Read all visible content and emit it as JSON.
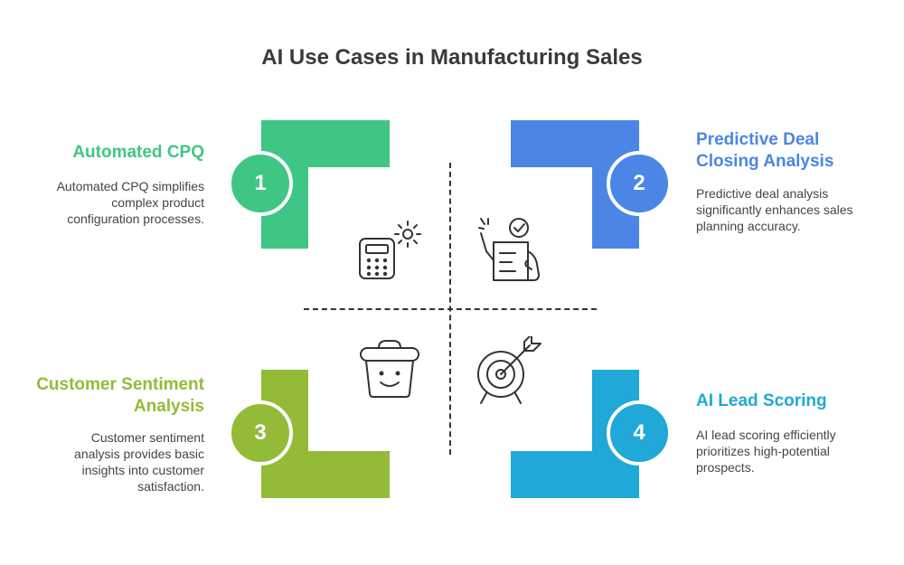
{
  "title": "AI Use Cases in Manufacturing Sales",
  "colors": {
    "green": "#3fc684",
    "blue": "#4b86e6",
    "olive": "#94bb38",
    "cyan": "#1fa8d8",
    "icon_stroke": "#333333"
  },
  "quadrants": [
    {
      "number": "1",
      "heading": "Automated CPQ",
      "description": "Automated CPQ simplifies complex product configuration processes.",
      "icon": "calculator-gear-icon"
    },
    {
      "number": "2",
      "heading": "Predictive Deal Closing Analysis",
      "description": "Predictive deal analysis significantly enhances sales planning accuracy.",
      "icon": "checklist-hand-icon"
    },
    {
      "number": "3",
      "heading": "Customer Sentiment Analysis",
      "description": "Customer sentiment analysis provides basic insights into customer satisfaction.",
      "icon": "smiling-basket-icon"
    },
    {
      "number": "4",
      "heading": "AI Lead Scoring",
      "description": "AI lead scoring efficiently prioritizes high-potential prospects.",
      "icon": "target-arrow-icon"
    }
  ]
}
